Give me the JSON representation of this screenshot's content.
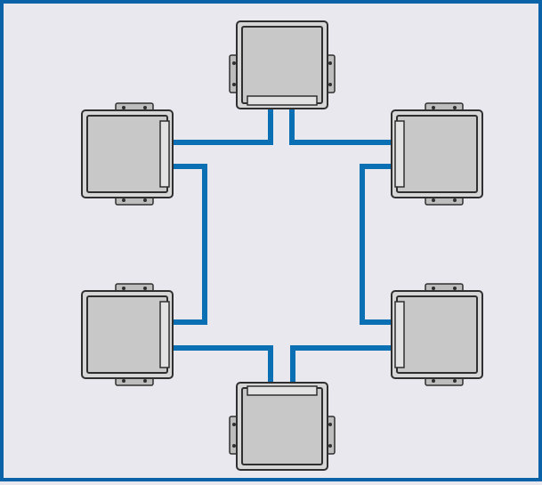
{
  "diagram": {
    "frame_color": "#0a63a8",
    "background_color": "#e9e8ee",
    "connector_color": "#0a6fb3",
    "module_face_color": "#c8c8c8",
    "module_outline_color": "#2f2f2f",
    "modules": [
      {
        "id": "module-top",
        "icon": "module-box-icon"
      },
      {
        "id": "module-upper-left",
        "icon": "module-box-icon"
      },
      {
        "id": "module-upper-right",
        "icon": "module-box-icon"
      },
      {
        "id": "module-lower-left",
        "icon": "module-box-icon"
      },
      {
        "id": "module-lower-right",
        "icon": "module-box-icon"
      },
      {
        "id": "module-bottom",
        "icon": "module-box-icon"
      }
    ],
    "connections": [
      {
        "from": "module-top",
        "to": "module-upper-left"
      },
      {
        "from": "module-top",
        "to": "module-upper-right"
      },
      {
        "from": "module-upper-left",
        "to": "module-lower-left"
      },
      {
        "from": "module-upper-right",
        "to": "module-lower-right"
      },
      {
        "from": "module-lower-left",
        "to": "module-bottom"
      },
      {
        "from": "module-lower-right",
        "to": "module-bottom"
      }
    ]
  }
}
